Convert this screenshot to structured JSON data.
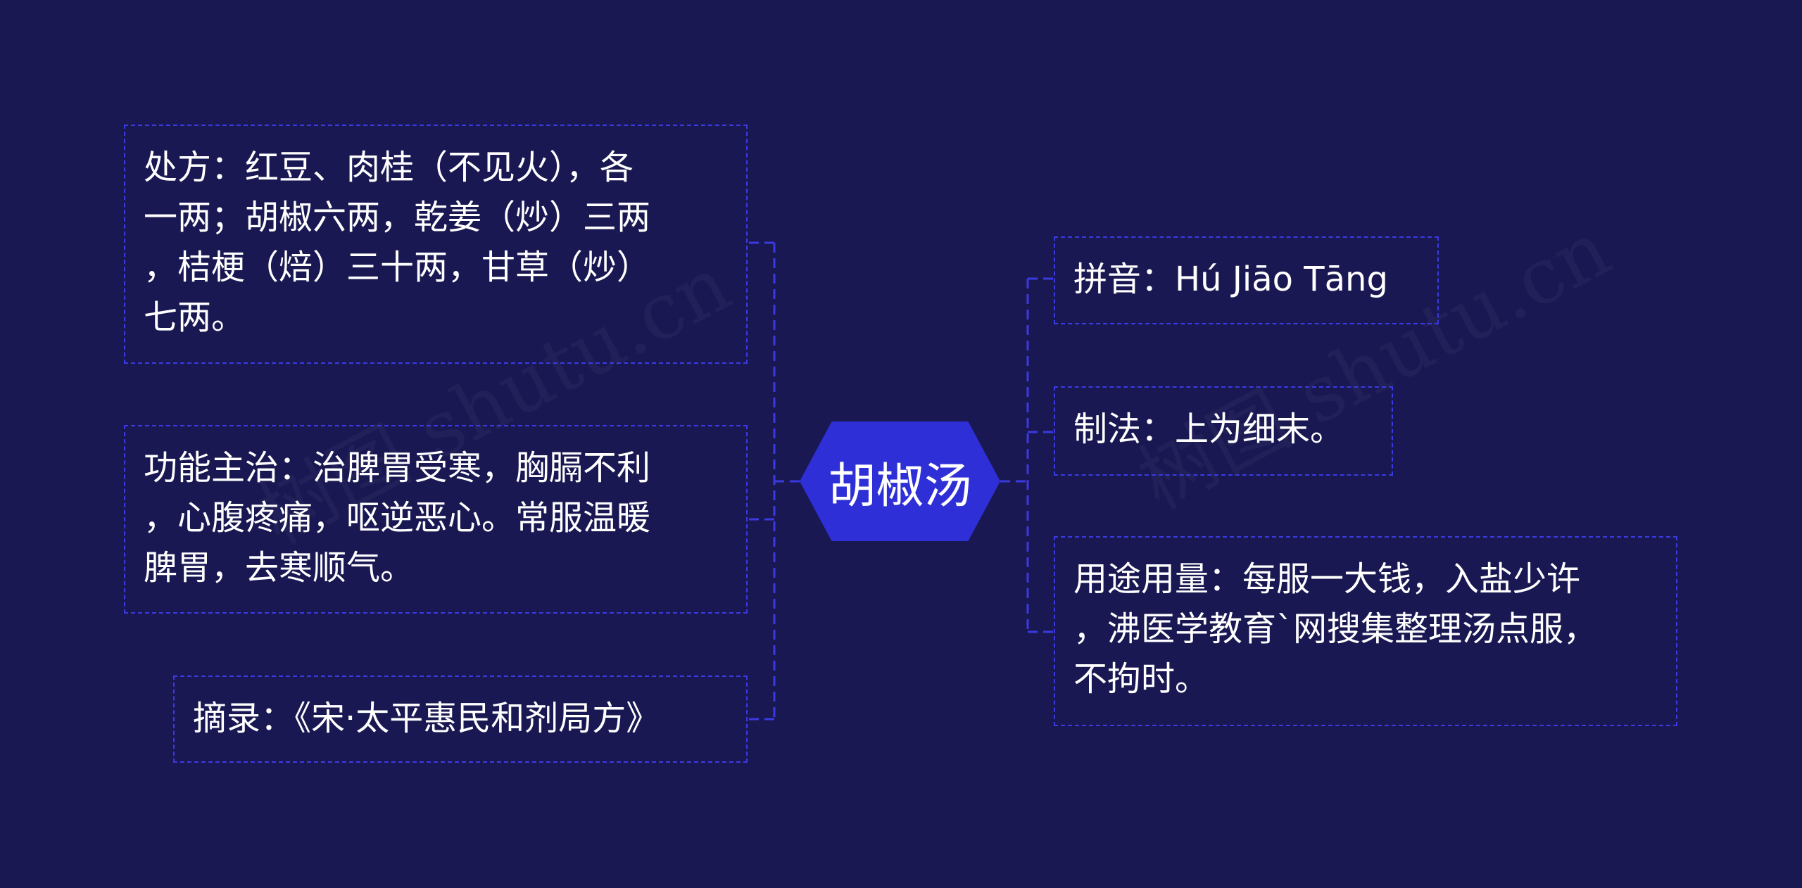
{
  "watermarks": [
    "树图 shutu.cn",
    "树图 shutu.cn"
  ],
  "center": {
    "label": "胡椒汤"
  },
  "left_nodes": [
    {
      "text": "处方：红豆、肉桂（不见火），各\n一两；胡椒六两，乾姜（炒）三两\n，桔梗（焙）三十两，甘草（炒）\n七两。"
    },
    {
      "text": "功能主治：治脾胃受寒，胸膈不利\n，心腹疼痛，呕逆恶心。常服温暖\n脾胃，去寒顺气。"
    },
    {
      "text": "摘录：《宋·太平惠民和剂局方》"
    }
  ],
  "right_nodes": [
    {
      "text": "拼音：Hú Jiāo Tāng"
    },
    {
      "text": "制法：上为细末。"
    },
    {
      "text": "用途用量：每服一大钱，入盐少许\n，沸医学教育`网搜集整理汤点服，\n不拘时。"
    }
  ],
  "colors": {
    "background": "#1a1852",
    "accent": "#2e2fd6",
    "border": "#3b3ae0",
    "text": "#ffffff"
  }
}
